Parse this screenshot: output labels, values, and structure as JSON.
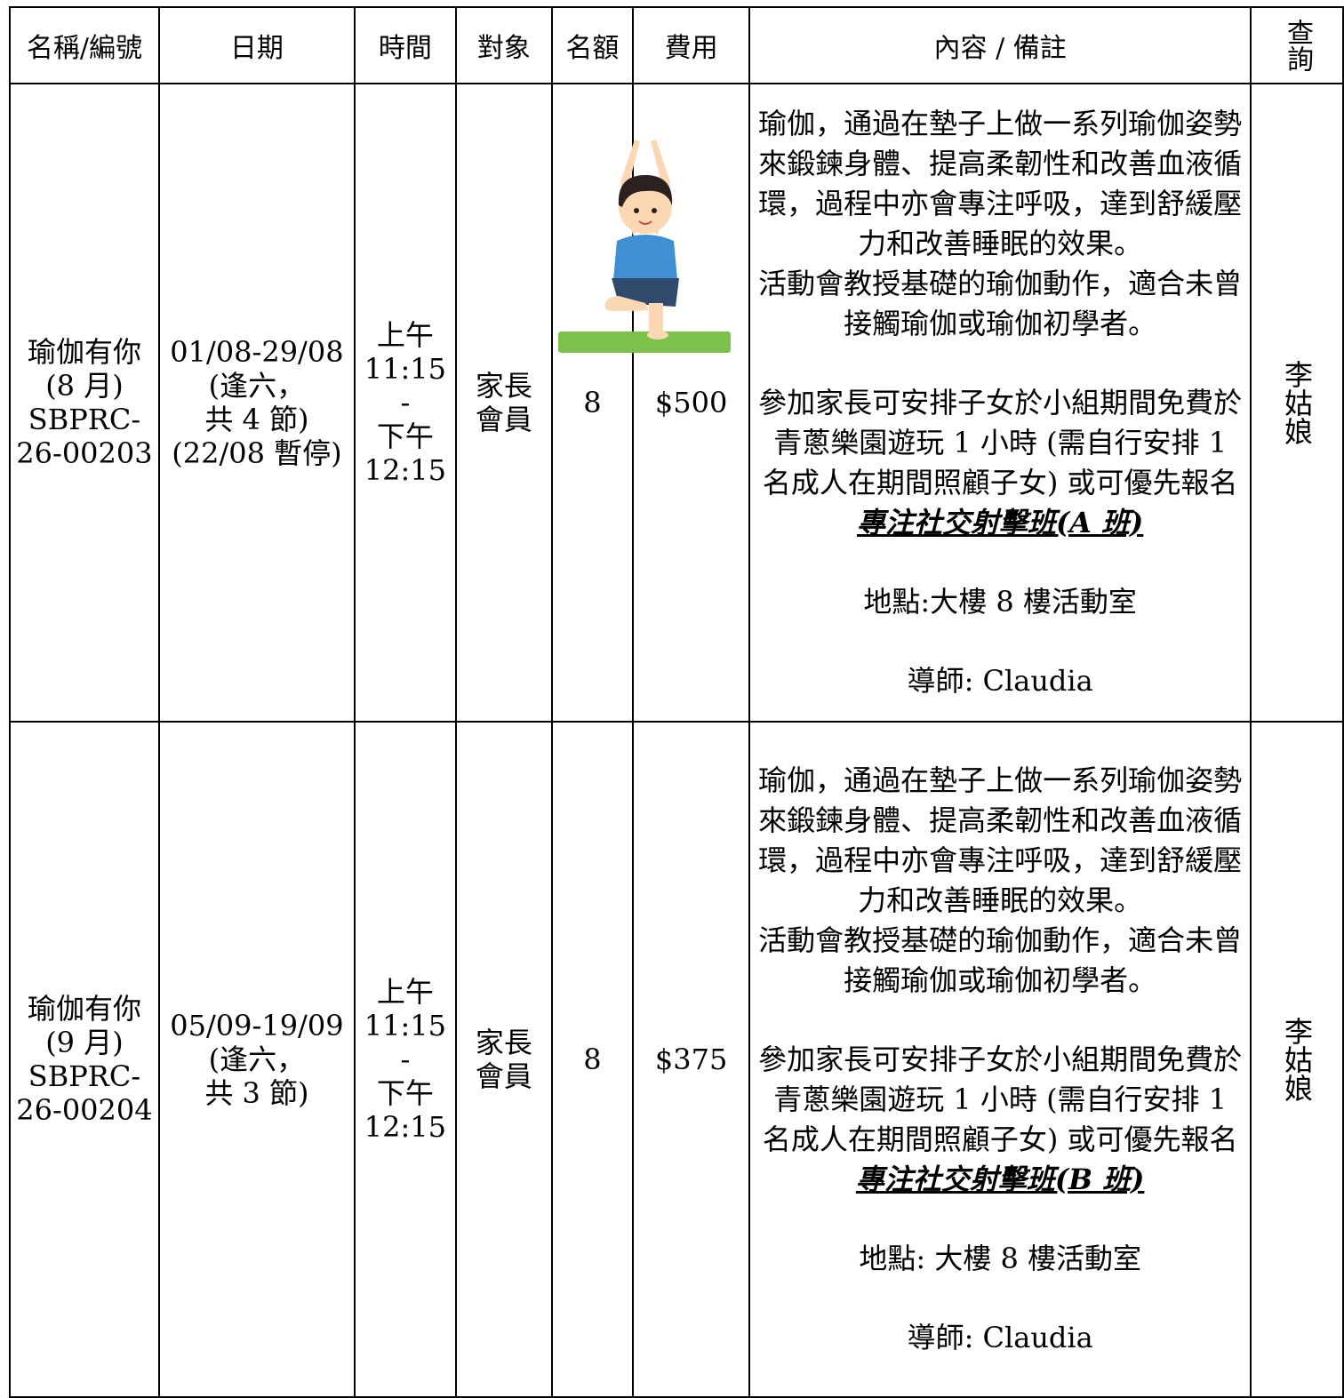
{
  "header": {
    "name": "名稱/編號",
    "date": "日期",
    "time": "時間",
    "target": "對象",
    "quota": "名額",
    "fee": "費用",
    "content": "內容 / 備註",
    "enquiry": "查詢"
  },
  "rows": [
    {
      "name": "瑜伽有你",
      "month": "(8 月)",
      "code_a": "SBPRC-",
      "code_b": "26-00203",
      "date_range": "01/08-29/08",
      "date_note1": "(逢六，",
      "date_note2": "共 4 節)",
      "date_note3": "(22/08 暫停)",
      "time_start_label": "上午",
      "time_start": "11:15",
      "time_dash": "-",
      "time_end_label": "下午",
      "time_end": "12:15",
      "target_1": "家長",
      "target_2": "會員",
      "quota": "8",
      "fee": "$500",
      "desc": "瑜伽，通過在墊子上做一系列瑜伽姿勢來鍛鍊身體、提高柔韌性和改善血液循環，過程中亦會專注呼吸，達到舒緩壓力和改善睡眠的效果。",
      "desc2": "活動會教授基礎的瑜伽動作，適合未曾接觸瑜伽或瑜伽初學者。",
      "note": "參加家長可安排子女於小組期間免費於青蔥樂園遊玩 1 小時 (需自行安排 1 名成人在期間照顧子女) 或可優先報名",
      "link": "專注社交射擊班(A 班)",
      "venue": "地點:大樓 8 樓活動室",
      "tutor": "導師: Claudia",
      "contact": "李姑娘"
    },
    {
      "name": "瑜伽有你",
      "month": "(9 月)",
      "code_a": "SBPRC-",
      "code_b": "26-00204",
      "date_range": "05/09-19/09",
      "date_note1": "(逢六，",
      "date_note2": "共 3 節)",
      "time_start_label": "上午",
      "time_start": "11:15",
      "time_dash": "-",
      "time_end_label": "下午",
      "time_end": "12:15",
      "target_1": "家長",
      "target_2": "會員",
      "quota": "8",
      "fee": "$375",
      "desc": "瑜伽，通過在墊子上做一系列瑜伽姿勢來鍛鍊身體、提高柔韌性和改善血液循環，過程中亦會專注呼吸，達到舒緩壓力和改善睡眠的效果。",
      "desc2": "活動會教授基礎的瑜伽動作，適合未曾接觸瑜伽或瑜伽初學者。",
      "note": "參加家長可安排子女於小組期間免費於青蔥樂園遊玩 1 小時 (需自行安排 1 名成人在期間照顧子女) 或可優先報名",
      "link": "專注社交射擊班(B 班)",
      "venue": "地點:  大樓 8 樓活動室",
      "tutor": "導師: Claudia",
      "contact": "李姑娘"
    }
  ],
  "colors": {
    "shirt": "#3e8fd4",
    "shorts": "#2f4a6b",
    "mat": "#7cc14a",
    "skin": "#fbd7b4",
    "hair": "#2b2220"
  }
}
